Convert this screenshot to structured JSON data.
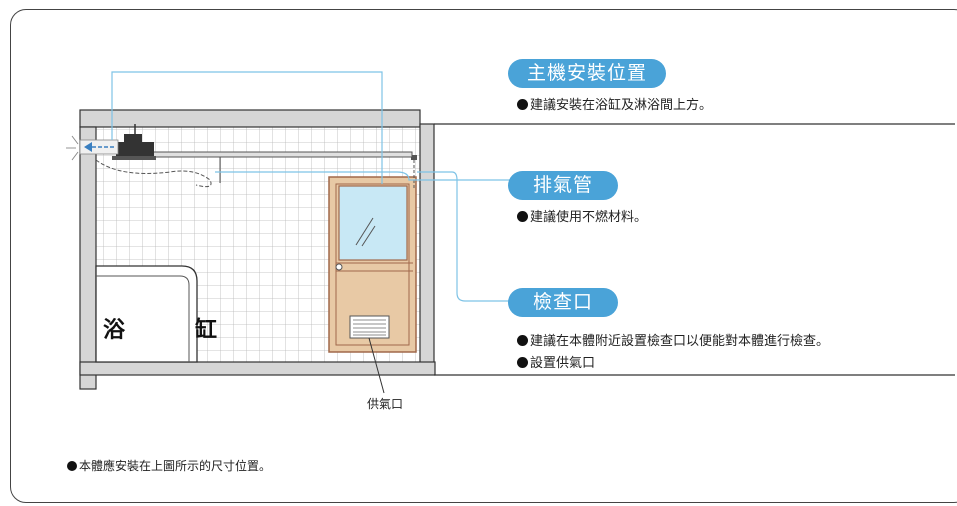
{
  "sections": [
    {
      "title": "主機安裝位置",
      "notes": [
        "建議安裝在浴缸及淋浴間上方。"
      ]
    },
    {
      "title": "排氣管",
      "notes": [
        "建議使用不燃材料。"
      ]
    },
    {
      "title": "檢查口",
      "notes": [
        "建議在本體附近設置檢查口以便能對本體進行檢查。",
        "設置供氣口"
      ]
    }
  ],
  "diagram": {
    "tub_label": "浴　缸",
    "inlet_label": "供氣口"
  },
  "footnote": "本體應安裝在上圖所示的尺寸位置。",
  "colors": {
    "accent": "#4aa3d8",
    "leader": "#7ec3e6",
    "door": "#e8c9a5",
    "door_edge": "#a0684a",
    "glass": "#c8e8f5"
  }
}
